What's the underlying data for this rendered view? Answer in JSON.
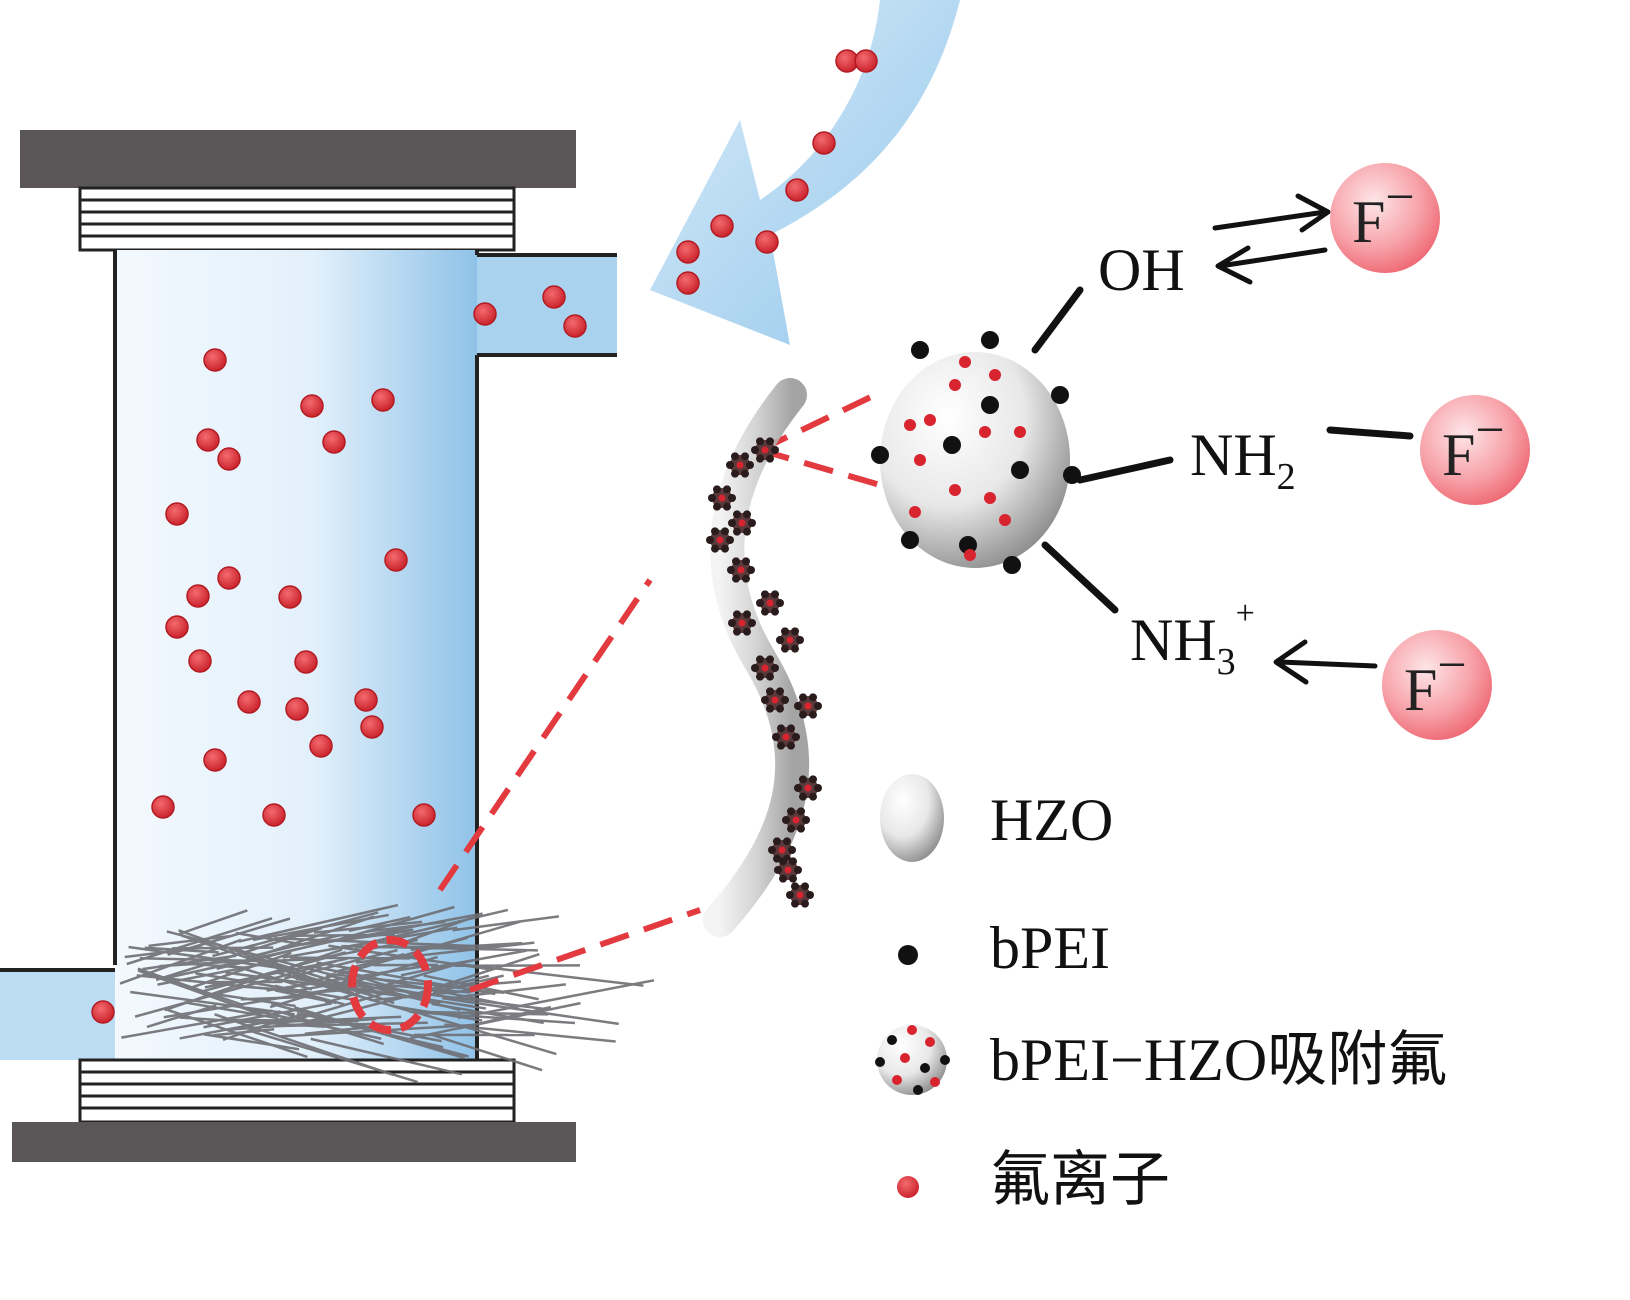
{
  "colors": {
    "fluoride": "#d8242f",
    "bpei": "#111111",
    "column_fill": "#cfe6f7",
    "cap": "#5a5556",
    "flow_arrow": "#9fcdec",
    "f_ion": "#f37e86",
    "leader_line": "#e23a3f"
  },
  "groups": {
    "oh": "OH",
    "nh2": {
      "base": "NH",
      "sub": "2"
    },
    "nh3": {
      "base": "NH",
      "sub": "3",
      "sup": "+"
    }
  },
  "ion": {
    "base": "F",
    "sup": "−"
  },
  "legend": {
    "hzo": "HZO",
    "bpei": "bPEI",
    "bpei_hzo": "bPEI−HZO吸附氟",
    "fluoride": "氟离子"
  },
  "icons": {
    "hzo": "gray-sphere-icon",
    "bpei": "black-dot-icon",
    "bpei_hzo": "decorated-sphere-icon",
    "fluoride": "red-dot-icon"
  }
}
